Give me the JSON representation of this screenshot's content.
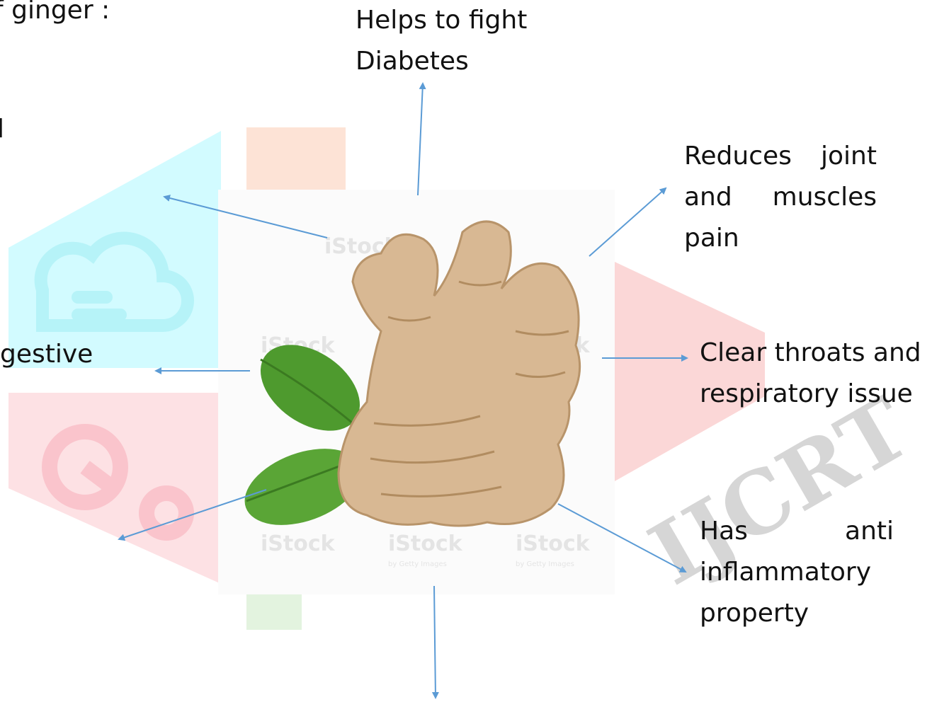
{
  "labels": {
    "partial_top_left": "of ginger :",
    "partial_left_l": "l",
    "partial_left_digestive": "gestive",
    "diabetes": [
      "Helps to fight",
      "Diabetes"
    ],
    "joint_pain": [
      "Reduces  joint",
      "and    muscles",
      "pain"
    ],
    "throat": [
      "Clear throats and",
      "respiratory issue"
    ],
    "inflammatory": [
      "Has           anti",
      "inflammatory",
      "property"
    ]
  },
  "image": {
    "subject": "ginger root with green leaves",
    "stock_watermark": "iStock",
    "stock_credit": "by Getty Images"
  },
  "watermark": {
    "text": "IJCRT",
    "colors": {
      "cyan": "#d2fbff",
      "blue_light": "#e3f6fb",
      "peach": "#fde3d6",
      "pink": "#fde1e4",
      "red": "#fbd7d7",
      "green": "#e3f3df",
      "gray": "#d6d6d6"
    }
  },
  "colors": {
    "arrow": "#5b9bd5",
    "text": "#111111"
  }
}
